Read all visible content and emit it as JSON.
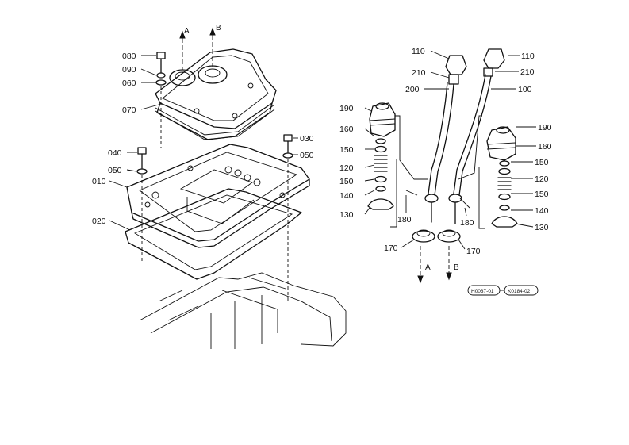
{
  "arrows": {
    "a": "A",
    "b": "B"
  },
  "callouts": {
    "c080": "080",
    "c090": "090",
    "c060": "060",
    "c070": "070",
    "c030": "030",
    "c050a": "050",
    "c040": "040",
    "c050b": "050",
    "c010": "010",
    "c020": "020",
    "c110a": "110",
    "c210a": "210",
    "c200": "200",
    "c110b": "110",
    "c210b": "210",
    "c100": "100",
    "c190a": "190",
    "c160a": "160",
    "c150a": "150",
    "c120a": "120",
    "c150b": "150",
    "c140a": "140",
    "c130a": "130",
    "c180a": "180",
    "c170a": "170",
    "c190b": "190",
    "c160b": "160",
    "c150c": "150",
    "c120b": "120",
    "c150d": "150",
    "c140b": "140",
    "c130b": "130",
    "c180b": "180",
    "c170b": "170"
  },
  "codes": {
    "left": "H0037-01",
    "right": "K0184-02"
  }
}
